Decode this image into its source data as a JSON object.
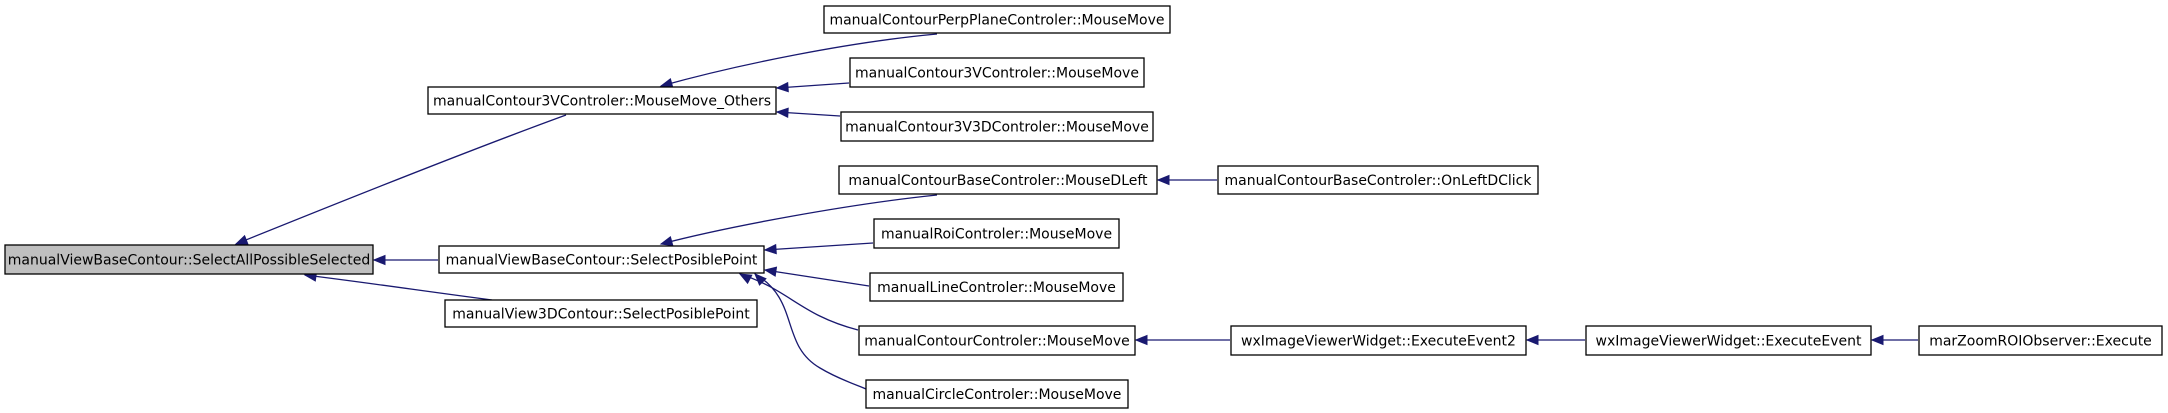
{
  "graph": {
    "nodes": [
      {
        "id": "n0",
        "label": "manualViewBaseContour::SelectAllPossibleSelected",
        "highlighted": true
      },
      {
        "id": "n1",
        "label": "manualContour3VControler::MouseMove_Others"
      },
      {
        "id": "n2",
        "label": "manualViewBaseContour::SelectPosiblePoint"
      },
      {
        "id": "n3",
        "label": "manualView3DContour::SelectPosiblePoint"
      },
      {
        "id": "n4",
        "label": "manualContourPerpPlaneControler::MouseMove"
      },
      {
        "id": "n5",
        "label": "manualContour3VControler::MouseMove"
      },
      {
        "id": "n6",
        "label": "manualContour3V3DControler::MouseMove"
      },
      {
        "id": "n7",
        "label": "manualContourBaseControler::MouseDLeft"
      },
      {
        "id": "n8",
        "label": "manualRoiControler::MouseMove"
      },
      {
        "id": "n9",
        "label": "manualLineControler::MouseMove"
      },
      {
        "id": "n10",
        "label": "manualContourControler::MouseMove"
      },
      {
        "id": "n11",
        "label": "manualCircleControler::MouseMove"
      },
      {
        "id": "n12",
        "label": "manualContourBaseControler::OnLeftDClick"
      },
      {
        "id": "n13",
        "label": "wxImageViewerWidget::ExecuteEvent2"
      },
      {
        "id": "n14",
        "label": "wxImageViewerWidget::ExecuteEvent"
      },
      {
        "id": "n15",
        "label": "marZoomROIObserver::Execute"
      }
    ],
    "edges": [
      {
        "from": "n1",
        "to": "n0"
      },
      {
        "from": "n2",
        "to": "n0"
      },
      {
        "from": "n3",
        "to": "n0"
      },
      {
        "from": "n4",
        "to": "n1"
      },
      {
        "from": "n5",
        "to": "n1"
      },
      {
        "from": "n6",
        "to": "n1"
      },
      {
        "from": "n7",
        "to": "n2"
      },
      {
        "from": "n8",
        "to": "n2"
      },
      {
        "from": "n9",
        "to": "n2"
      },
      {
        "from": "n10",
        "to": "n2"
      },
      {
        "from": "n11",
        "to": "n2"
      },
      {
        "from": "n12",
        "to": "n7"
      },
      {
        "from": "n13",
        "to": "n10"
      },
      {
        "from": "n14",
        "to": "n13"
      },
      {
        "from": "n15",
        "to": "n14"
      }
    ],
    "colors": {
      "edge": "#191970",
      "highlight_fill": "#bfbfbf"
    }
  }
}
